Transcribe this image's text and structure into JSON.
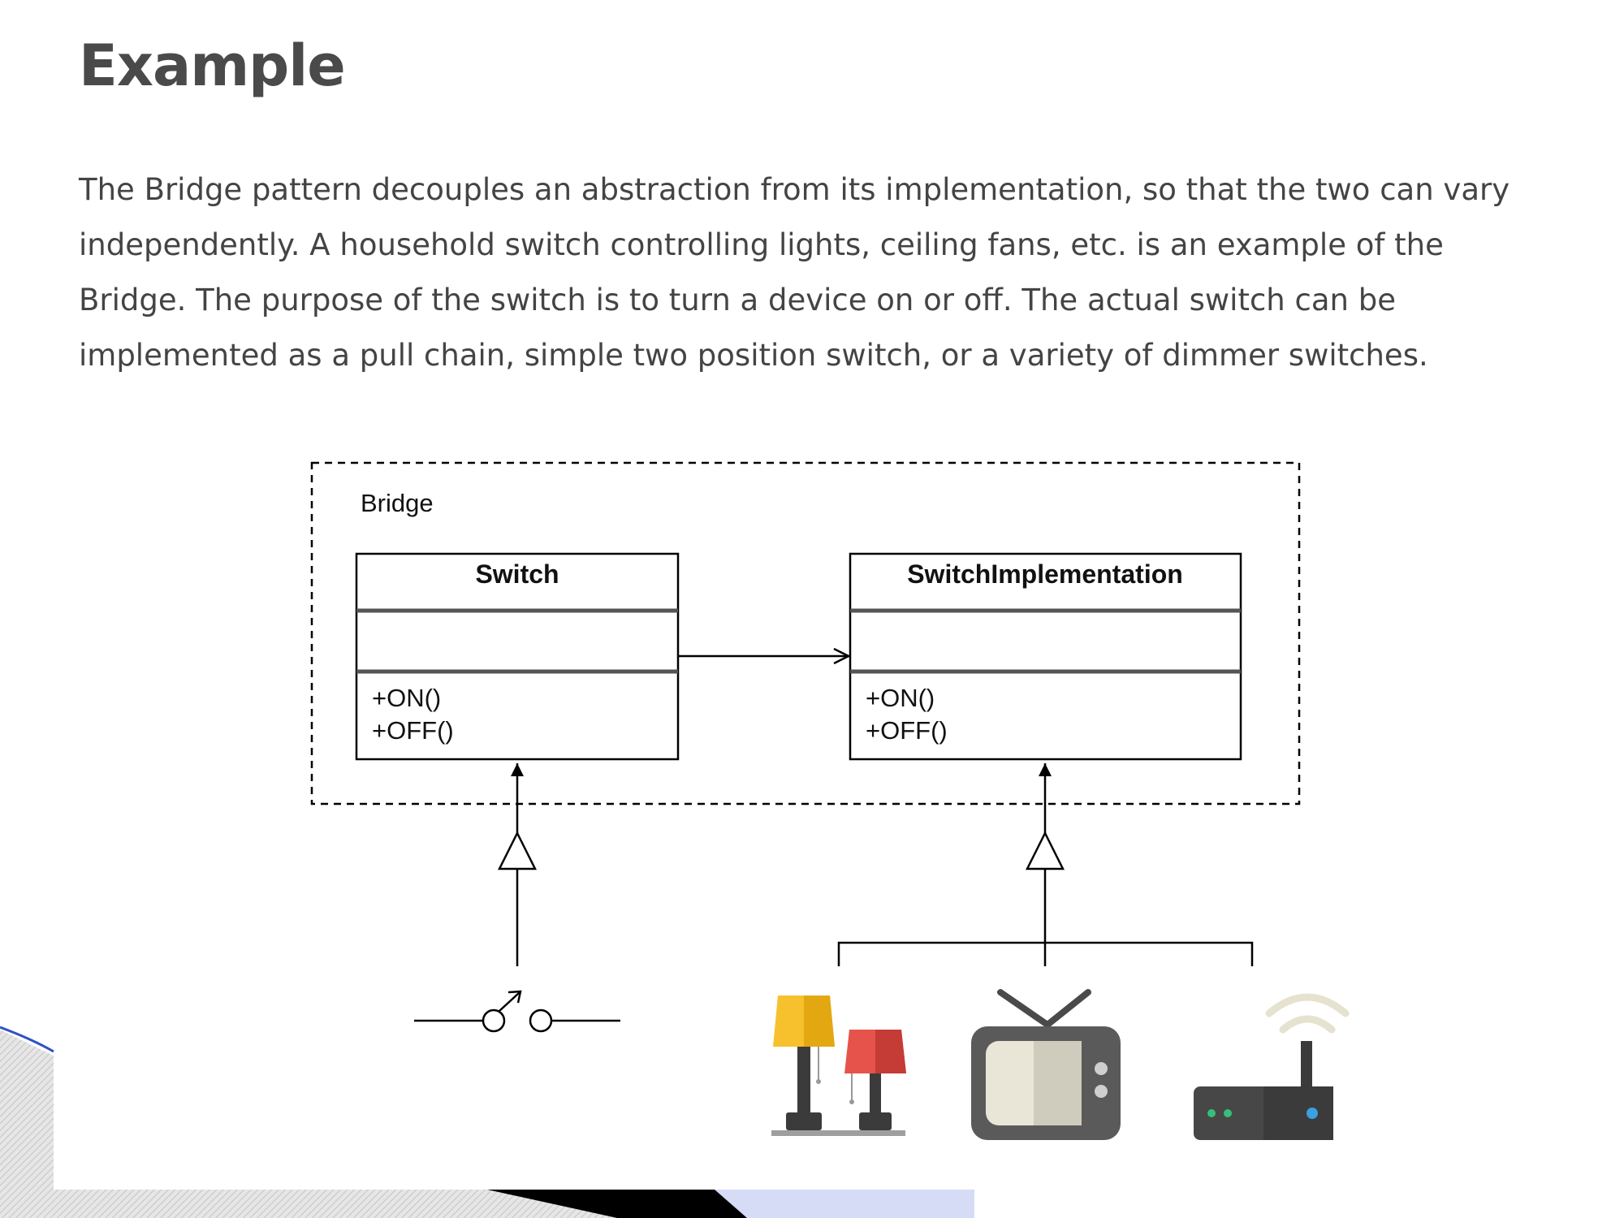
{
  "page": {
    "heading": "Example",
    "paragraph_lines": [
      "The Bridge pattern decouples an abstraction from its implementation, so that the two can vary",
      "independently. A household switch controlling lights, ceiling fans, etc. is an example of the",
      "Bridge. The purpose of the switch is to turn a device on or off. The actual switch can be",
      "implemented as a pull chain, simple two position switch, or a variety of dimmer switches."
    ]
  },
  "diagram": {
    "boundary_label": "Bridge",
    "abstraction": {
      "name": "Switch",
      "operations": [
        "+ON()",
        "+OFF()"
      ]
    },
    "implementor": {
      "name": "SwitchImplementation",
      "operations": [
        "+ON()",
        "+OFF()"
      ]
    },
    "devices_icons": [
      "switch-symbol-icon",
      "lamps-icon",
      "tv-icon",
      "router-icon"
    ]
  },
  "colors": {
    "lamp_yellow": "#f6c12c",
    "lamp_red": "#e5534b",
    "tv_body": "#5a5a5a",
    "router_led": "#35c07a",
    "router_blue": "#3aa0e0"
  }
}
